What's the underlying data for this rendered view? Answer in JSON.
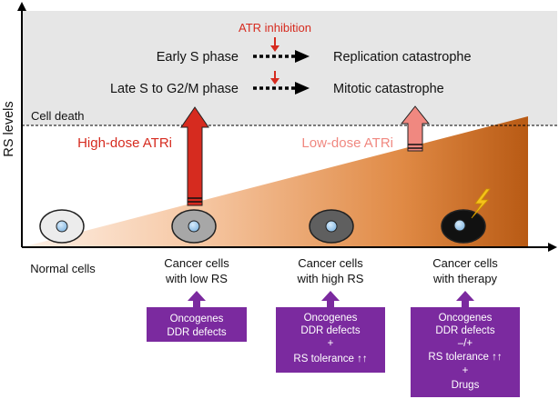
{
  "axis": {
    "ylabel": "RS levels"
  },
  "top_region": {
    "inhibition_label": "ATR inhibition",
    "rows": [
      {
        "phase": "Early S phase",
        "outcome": "Replication catastrophe"
      },
      {
        "phase": "Late S to G2/M phase",
        "outcome": "Mitotic catastrophe"
      }
    ],
    "cell_death_label": "Cell death"
  },
  "doses": {
    "high": "High-dose ATRi",
    "low": "Low-dose ATRi"
  },
  "cells": [
    {
      "line1": "Normal cells",
      "line2": ""
    },
    {
      "line1": "Cancer cells",
      "line2": "with low RS"
    },
    {
      "line1": "Cancer cells",
      "line2": "with high RS"
    },
    {
      "line1": "Cancer cells",
      "line2": "with therapy"
    }
  ],
  "boxes": [
    {
      "lines": [
        "Oncogenes",
        "DDR defects"
      ]
    },
    {
      "lines": [
        "Oncogenes",
        "DDR defects",
        "+",
        "RS tolerance ↑↑"
      ]
    },
    {
      "lines": [
        "Oncogenes",
        "DDR defects",
        "–/+",
        "RS tolerance ↑↑",
        "+",
        "Drugs"
      ]
    }
  ],
  "colors": {
    "red": "#d62b1f",
    "pink": "#f08880",
    "purple": "#7b2a9f",
    "ramp_start": "#fbe2cf",
    "ramp_end": "#b85a14",
    "band": "#e6e6e6"
  }
}
